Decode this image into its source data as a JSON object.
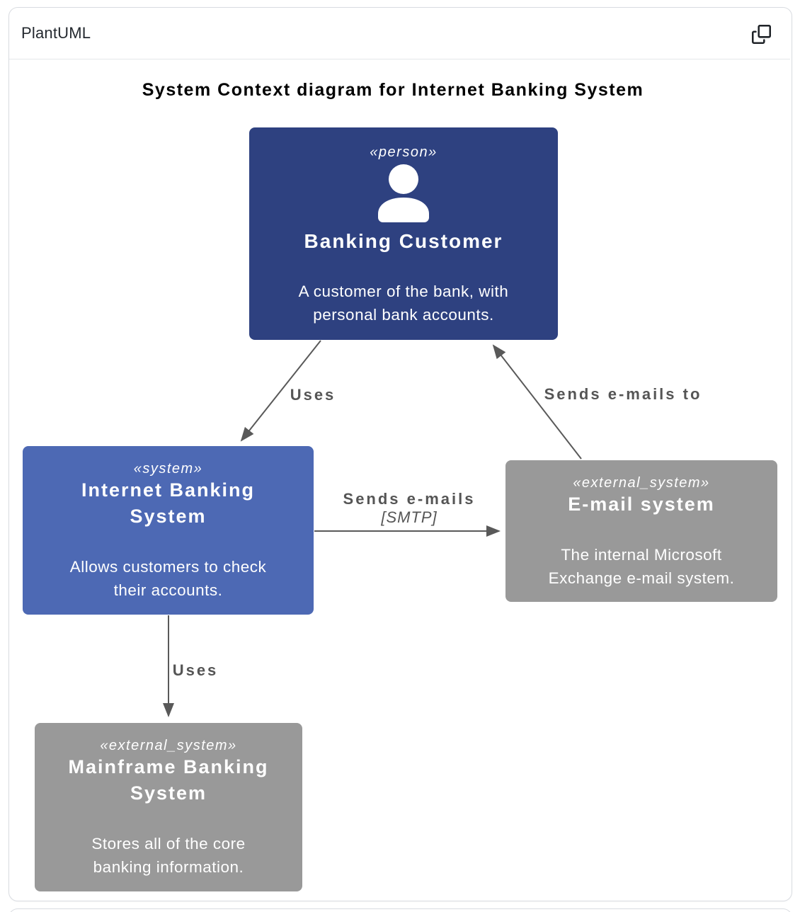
{
  "header": {
    "app_title": "PlantUML"
  },
  "diagram": {
    "title": "System Context diagram for Internet Banking System",
    "nodes": [
      {
        "stereotype": "«person»",
        "name": "Banking Customer",
        "description": "A customer of the bank, with\npersonal bank accounts.",
        "color": "#2e4180"
      },
      {
        "stereotype": "«system»",
        "name": "Internet Banking\nSystem",
        "description": "Allows customers to check\ntheir accounts.",
        "color": "#4d69b4"
      },
      {
        "stereotype": "«external_system»",
        "name": "E-mail system",
        "description": "The internal Microsoft\nExchange e-mail system.",
        "color": "#999999"
      },
      {
        "stereotype": "«external_system»",
        "name": "Mainframe Banking\nSystem",
        "description": "Stores all of the core\nbanking information.",
        "color": "#999999"
      }
    ],
    "edges": [
      {
        "label": "Uses",
        "from": "Banking Customer",
        "to": "Internet Banking System"
      },
      {
        "label": "Sends e-mails to",
        "from": "E-mail system",
        "to": "Banking Customer"
      },
      {
        "label": "Sends e-mails",
        "technology": "[SMTP]",
        "from": "Internet Banking System",
        "to": "E-mail system"
      },
      {
        "label": "Uses",
        "from": "Internet Banking System",
        "to": "Mainframe Banking System"
      }
    ],
    "colors": {
      "arrow": "#595959",
      "edge_label": "#555555",
      "person_box": "#2e4180",
      "system_box": "#4d69b4",
      "external_box": "#999999"
    }
  }
}
